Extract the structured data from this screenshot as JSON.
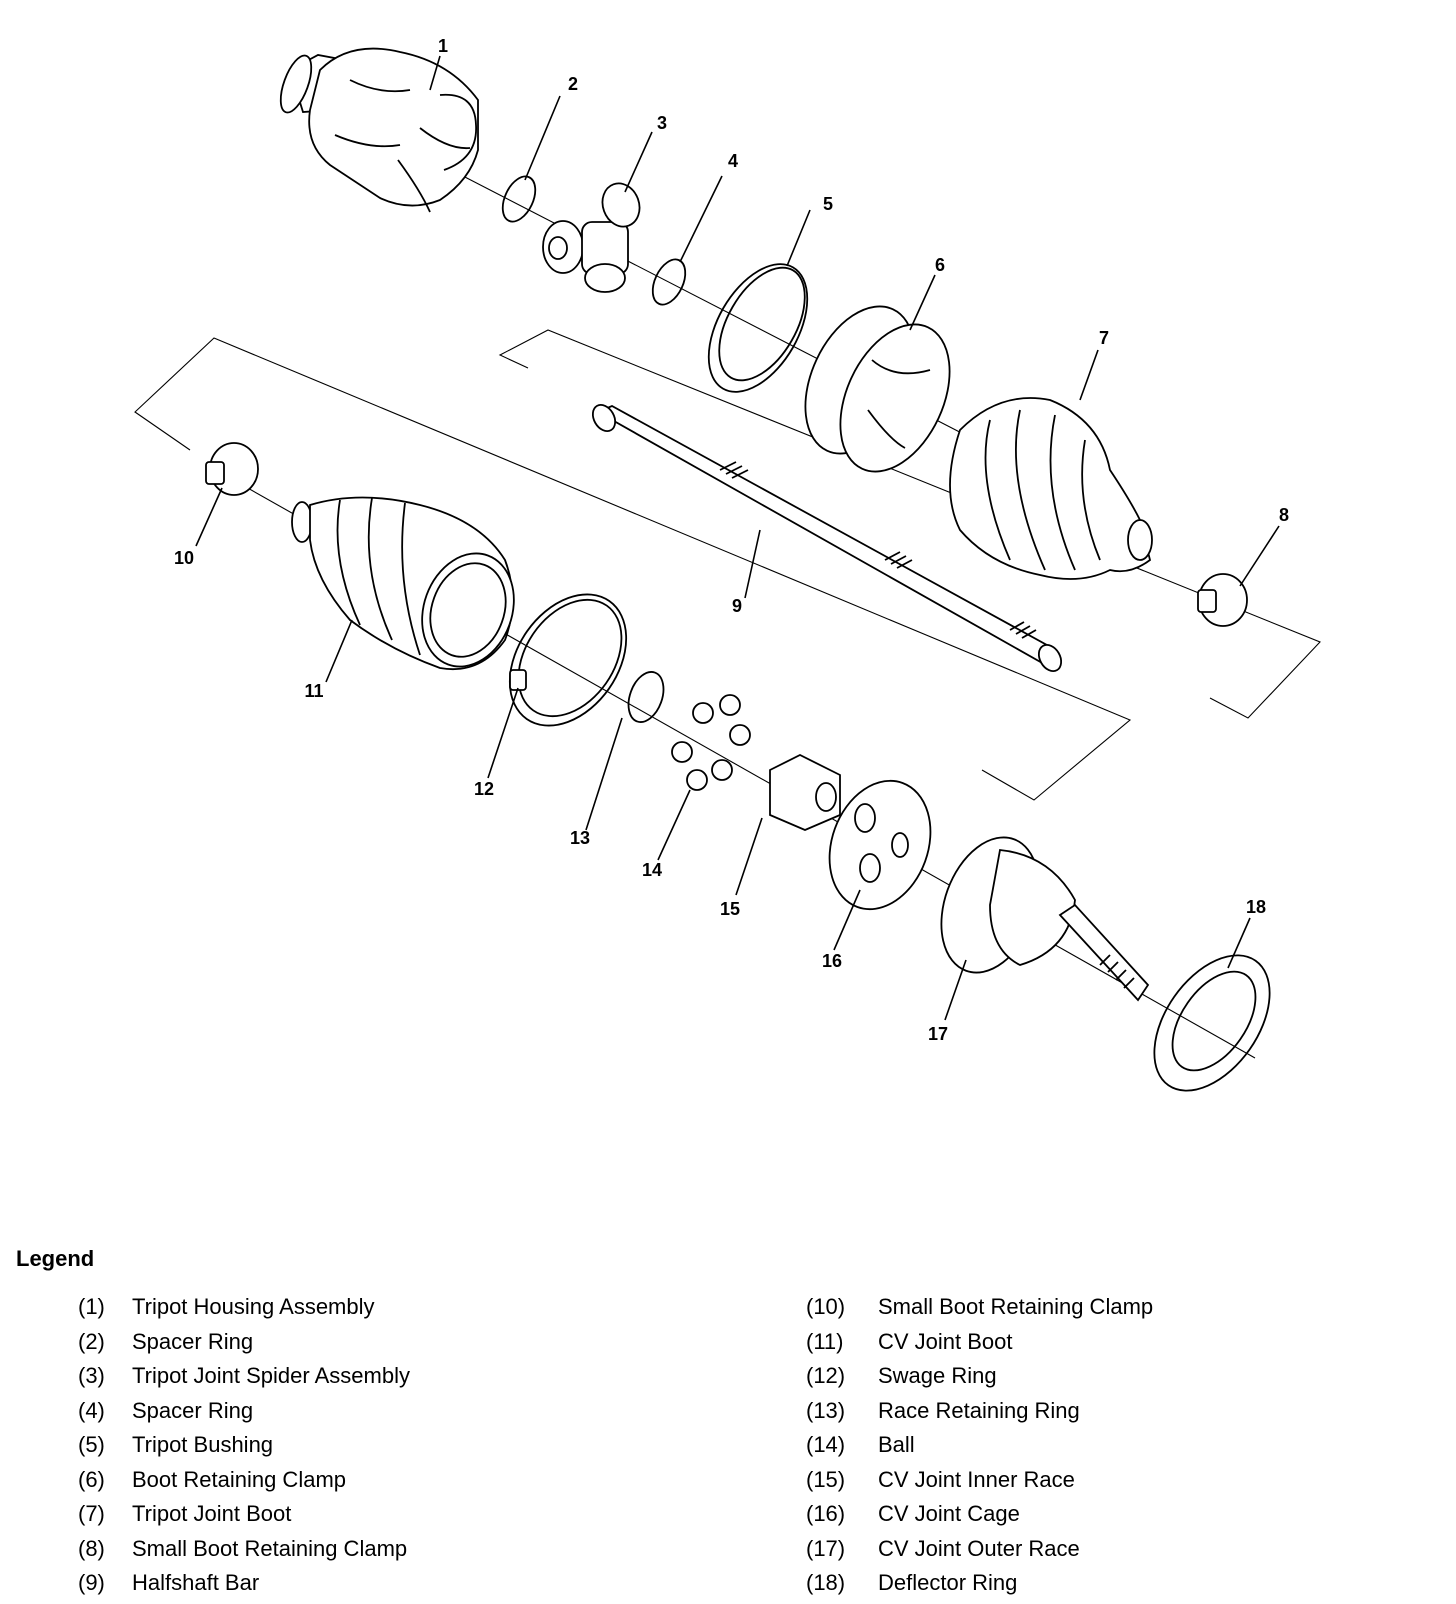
{
  "callouts": {
    "c1": "1",
    "c2": "2",
    "c3": "3",
    "c4": "4",
    "c5": "5",
    "c6": "6",
    "c7": "7",
    "c8": "8",
    "c9": "9",
    "c10": "10",
    "c11": "11",
    "c12": "12",
    "c13": "13",
    "c14": "14",
    "c15": "15",
    "c16": "16",
    "c17": "17",
    "c18": "18"
  },
  "legend": {
    "title": "Legend",
    "left": [
      {
        "num": "(1)",
        "label": "Tripot Housing Assembly"
      },
      {
        "num": "(2)",
        "label": "Spacer Ring"
      },
      {
        "num": "(3)",
        "label": "Tripot Joint Spider Assembly"
      },
      {
        "num": "(4)",
        "label": "Spacer Ring"
      },
      {
        "num": "(5)",
        "label": "Tripot Bushing"
      },
      {
        "num": "(6)",
        "label": "Boot Retaining Clamp"
      },
      {
        "num": "(7)",
        "label": "Tripot Joint Boot"
      },
      {
        "num": "(8)",
        "label": "Small Boot Retaining Clamp"
      },
      {
        "num": "(9)",
        "label": "Halfshaft Bar"
      }
    ],
    "right": [
      {
        "num": "(10)",
        "label": "Small Boot Retaining Clamp"
      },
      {
        "num": "(11)",
        "label": "CV Joint Boot"
      },
      {
        "num": "(12)",
        "label": "Swage Ring"
      },
      {
        "num": "(13)",
        "label": "Race Retaining Ring"
      },
      {
        "num": "(14)",
        "label": "Ball"
      },
      {
        "num": "(15)",
        "label": "CV Joint Inner Race"
      },
      {
        "num": "(16)",
        "label": "CV Joint Cage"
      },
      {
        "num": "(17)",
        "label": "CV Joint Outer Race"
      },
      {
        "num": "(18)",
        "label": "Deflector Ring"
      }
    ]
  }
}
